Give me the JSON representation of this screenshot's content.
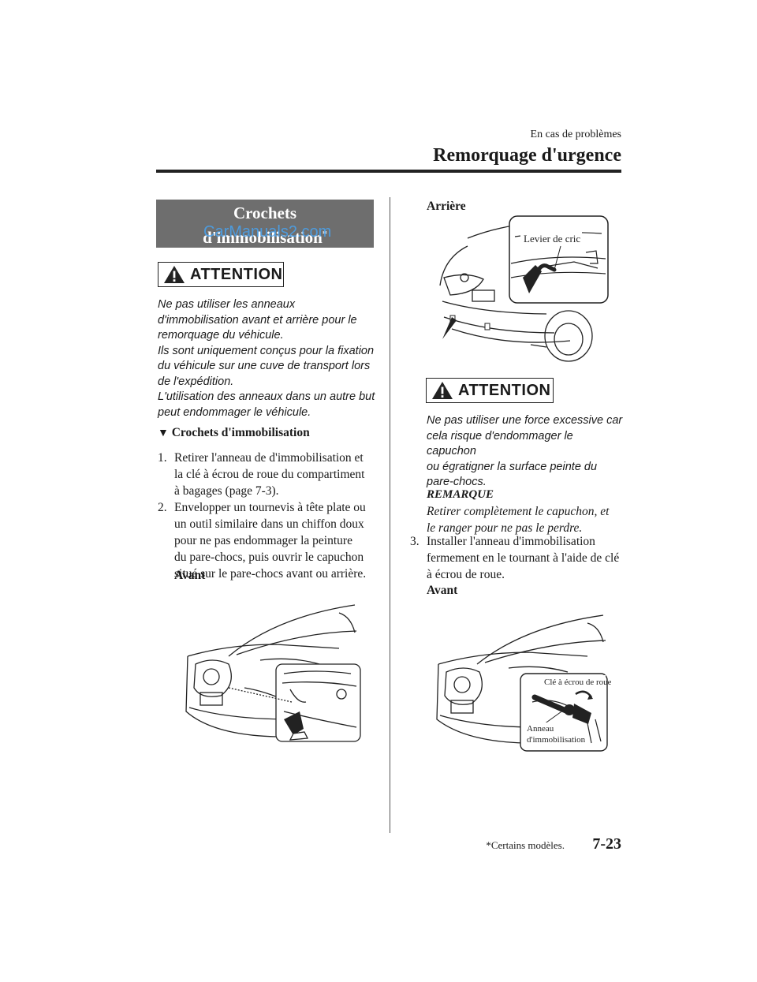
{
  "header": {
    "section": "En cas de problèmes",
    "title": "Remorquage d'urgence"
  },
  "banner": {
    "line1": "Crochets",
    "line2": "d'immobilisation",
    "asterisk": "*",
    "watermark": "CarManuals2.com"
  },
  "attention1": {
    "label": "ATTENTION",
    "lines": [
      "Ne pas utiliser les anneaux",
      "d'immobilisation avant et arrière pour le",
      "remorquage du véhicule.",
      "Ils sont uniquement conçus pour la fixation",
      "du véhicule sur une cuve de transport lors",
      "de l'expédition.",
      "L'utilisation des anneaux dans un autre but",
      "peut endommager le véhicule."
    ]
  },
  "subheading": {
    "marker": "▼",
    "text": "Crochets d'immobilisation"
  },
  "steps": [
    {
      "num": "1.",
      "lines": [
        "Retirer l'anneau de d'immobilisation et",
        "la clé à écrou de roue du compartiment",
        "à bagages (page 7-3)."
      ]
    },
    {
      "num": "2.",
      "lines": [
        "Envelopper un tournevis à tête plate ou",
        "un outil similaire dans un chiffon doux",
        "pour ne pas endommager la peinture",
        "du pare-chocs, puis ouvrir le capuchon",
        "situé sur le pare-chocs avant ou arrière."
      ]
    },
    {
      "num": "3.",
      "lines": [
        "Installer l'anneau d'immobilisation",
        "fermement en le tournant à l'aide de clé",
        "à écrou de roue."
      ]
    }
  ],
  "labels": {
    "avant1": "Avant",
    "arriere": "Arrière",
    "avant2": "Avant"
  },
  "figures": {
    "rear_callout": "Levier de cric",
    "front2_callout_key": "Clé à écrou de roue",
    "front2_callout_ring_1": "Anneau",
    "front2_callout_ring_2": "d'immobilisation"
  },
  "attention2": {
    "label": "ATTENTION",
    "lines": [
      "Ne pas utiliser une force excessive car",
      "cela risque d'endommager le capuchon",
      "ou égratigner la surface peinte du",
      "pare-chocs."
    ]
  },
  "remarque": {
    "title": "REMARQUE",
    "lines": [
      "Retirer complètement le capuchon, et",
      "le ranger pour ne pas le perdre."
    ]
  },
  "footer": {
    "note": "*Certains modèles.",
    "page": "7-23"
  }
}
